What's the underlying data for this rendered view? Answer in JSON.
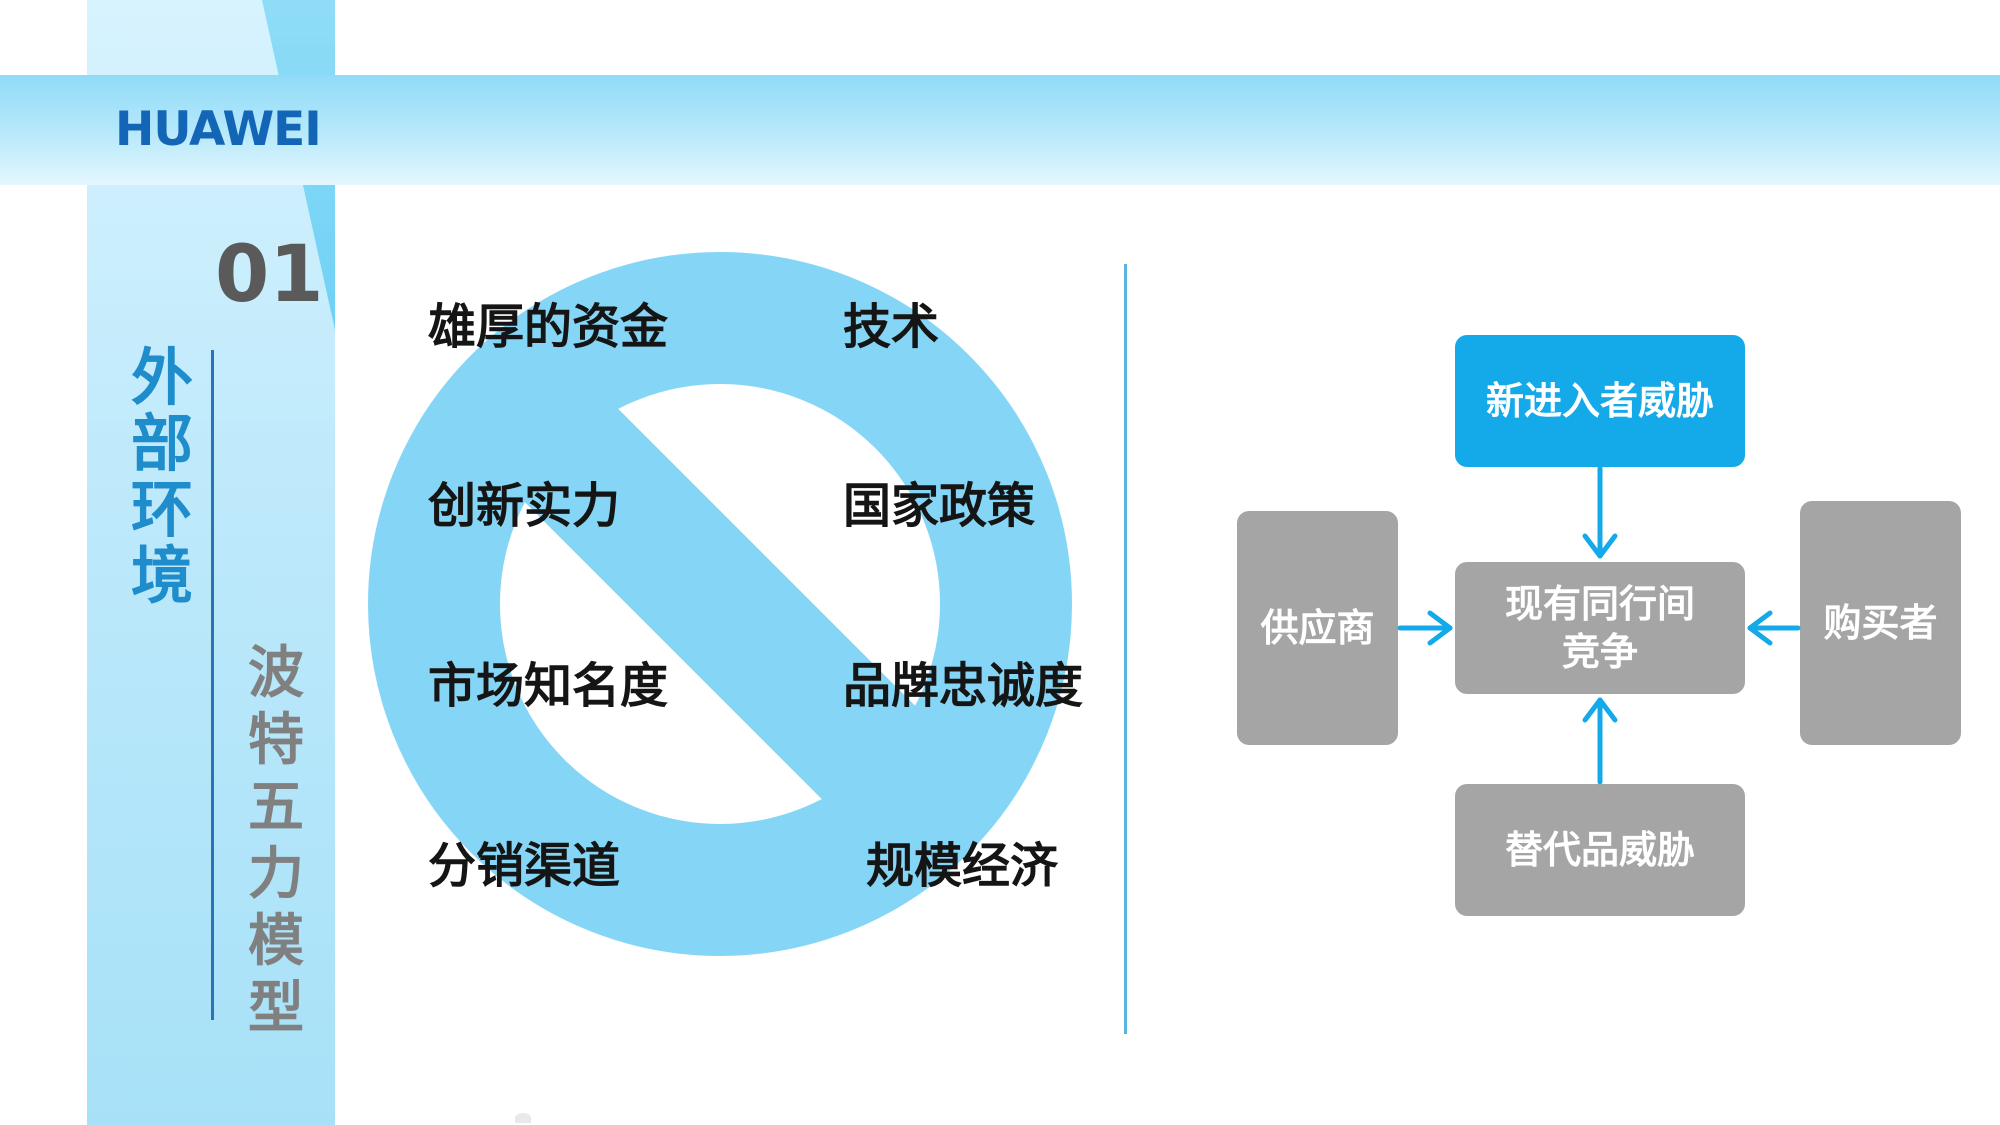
{
  "header": {
    "logo_text": "HUAWEI"
  },
  "section": {
    "number": "01",
    "title": "外部环境",
    "subtitle": "波特五力模型"
  },
  "keywords": [
    "雄厚的资金",
    "技术",
    "创新实力",
    "国家政策",
    "市场知名度",
    "品牌忠诚度",
    "分销渠道",
    "规模经济"
  ],
  "five_forces": {
    "new_entrants": "新进入者威胁",
    "rivalry": [
      "现有同行间",
      "竞争"
    ],
    "suppliers": "供应商",
    "buyers": "购买者",
    "substitutes": "替代品威胁"
  },
  "colors": {
    "accent": "#14aaea",
    "band": "#bde9fb",
    "prohibition_sign": "#85d6f6",
    "box_gray": "#a5a5a5",
    "logo": "#1366b6"
  },
  "icons": {
    "prohibition": "prohibition-icon"
  }
}
